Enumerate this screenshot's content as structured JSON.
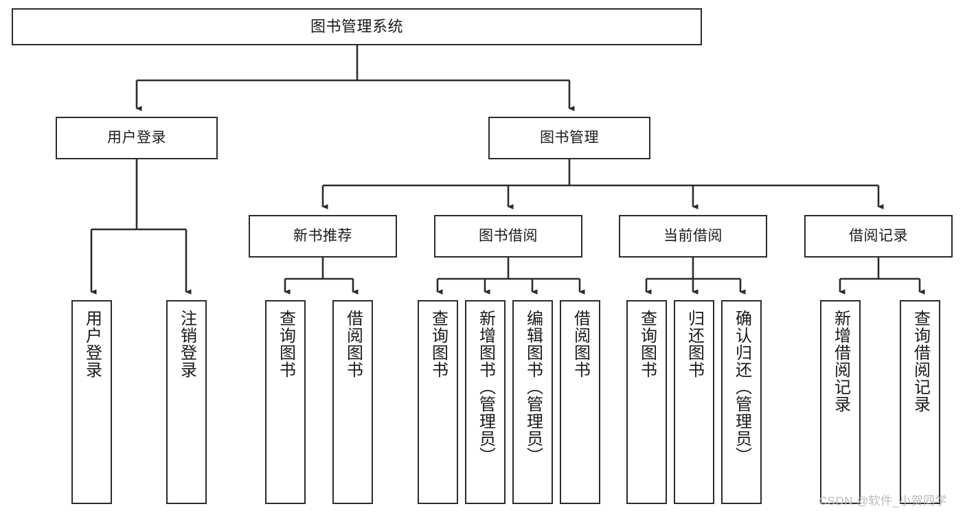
{
  "diagram": {
    "title": "图书管理系统",
    "watermark": "CSDN @软件_小贺同学",
    "colors": {
      "border": "#2b2b2b",
      "background": "#ffffff",
      "text": "#1a1a1a",
      "watermark": "#b9b9b9"
    },
    "nodes": {
      "root": {
        "label": "图书管理系统"
      },
      "level2": [
        {
          "label": "用户登录"
        },
        {
          "label": "图书管理"
        }
      ],
      "level3": [
        {
          "label": "新书推荐"
        },
        {
          "label": "图书借阅"
        },
        {
          "label": "当前借阅"
        },
        {
          "label": "借阅记录"
        }
      ],
      "leaves": {
        "user_login": [
          {
            "label": "用户登录"
          },
          {
            "label": "注销登录"
          }
        ],
        "new_book": [
          {
            "label": "查询图书"
          },
          {
            "label": "借阅图书"
          }
        ],
        "book_borrow": [
          {
            "label": "查询图书"
          },
          {
            "label": "新增图书（管理员）"
          },
          {
            "label": "编辑图书（管理员）"
          },
          {
            "label": "借阅图书"
          }
        ],
        "current_borrow": [
          {
            "label": "查询图书"
          },
          {
            "label": "归还图书"
          },
          {
            "label": "确认归还（管理员）"
          }
        ],
        "borrow_record": [
          {
            "label": "新增借阅记录"
          },
          {
            "label": "查询借阅记录"
          }
        ]
      }
    }
  }
}
